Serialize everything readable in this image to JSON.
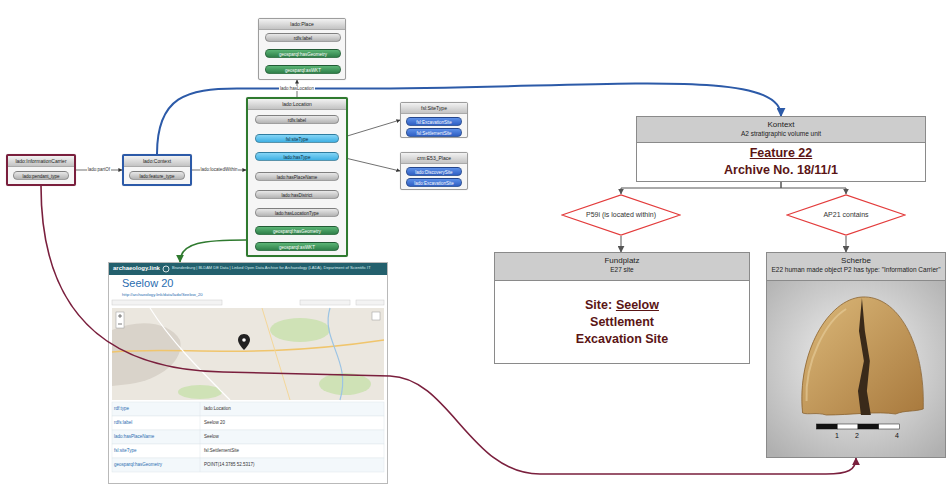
{
  "diagram": {
    "nodes": [
      {
        "text": [
          "lado:Place"
        ]
      },
      {
        "text": [
          "rdfs:label"
        ],
        "in": 0
      },
      {
        "text": [
          "geosparql:hasGeometry"
        ],
        "in": 0
      },
      {
        "text": [
          "geosparql:asWKT"
        ],
        "in": 0
      },
      {
        "text": [
          "lado:Location"
        ]
      },
      {
        "text": [
          "rdfs:label"
        ],
        "in": 4
      },
      {
        "text": [
          "fsl:siteType"
        ],
        "in": 4
      },
      {
        "text": [
          "lado:hasType"
        ],
        "in": 4
      },
      {
        "text": [
          "lado:hasPlaceName"
        ],
        "in": 4
      },
      {
        "text": [
          "lado:hasDistrict"
        ],
        "in": 4
      },
      {
        "text": [
          "lado:hasLocationType"
        ],
        "in": 4
      },
      {
        "text": [
          "geosparql:hasGeometry"
        ],
        "in": 4
      },
      {
        "text": [
          "geosparql:asWKT"
        ],
        "in": 4
      },
      {
        "text": [
          "fsl:SiteType"
        ]
      },
      {
        "text": [
          "fsl:ExcavationSite"
        ],
        "in": 13
      },
      {
        "text": [
          "fsl:SettlementSite"
        ],
        "in": 13
      },
      {
        "text": [
          "crm:E53_Place"
        ]
      },
      {
        "text": [
          "lado:DiscoverySite"
        ],
        "in": 16
      },
      {
        "text": [
          "lado:ExcavationSite"
        ],
        "in": 16
      },
      {
        "text": [
          "lado:InformationCarrier"
        ]
      },
      {
        "text": [
          "lado:pendant_type"
        ],
        "in": 19
      },
      {
        "text": [
          "lado:Context"
        ]
      },
      {
        "text": [
          "lado:feature_type"
        ],
        "in": 21
      },
      {
        "text": [
          "archaeology.link",
          "Brandenburg | BLDAM DE Data | Linked Open Data Archive for Archaeology (LADA), Department of Scientific IT",
          "Seelow 20",
          "http://archaeology.link/data/lado/Seelow_20"
        ]
      },
      {
        "text": [
          "Kontext",
          "A2 stratigraphic volume unit",
          "Feature 22",
          "Archive No. 18/11/1"
        ]
      },
      {
        "text": [
          "P59i (is located within)"
        ]
      },
      {
        "text": [
          "AP21 contains"
        ]
      },
      {
        "text": [
          "Fundplatz",
          "E27 site",
          "Site:",
          "Seelow",
          "Settlement",
          "Excavation Site"
        ]
      },
      {
        "text": [
          "Scherbe",
          "E22 human made object P2 has type: \"Information Carrier\""
        ]
      }
    ],
    "edges": [
      {
        "from": 19,
        "to": 21,
        "label": "lado:partOf",
        "arrow": "to"
      },
      {
        "from": 21,
        "to": 4,
        "label": "lado:locatedWithin",
        "arrow": "to"
      },
      {
        "from": 4,
        "to": 0,
        "label": "lado:hasLocation",
        "arrow": "to"
      },
      {
        "from": 6,
        "to": 13,
        "arrow": "to"
      },
      {
        "from": 7,
        "to": 16,
        "arrow": "to"
      },
      {
        "from": 21,
        "to": 24,
        "arrow": "to"
      },
      {
        "from": 4,
        "to": 23,
        "arrow": "to"
      },
      {
        "from": 19,
        "to": 28,
        "arrow": "to"
      },
      {
        "from": 24,
        "to": 25,
        "arrow": "to"
      },
      {
        "from": 24,
        "to": 26,
        "arrow": "to"
      },
      {
        "from": 25,
        "to": 27,
        "arrow": "to"
      },
      {
        "from": 26,
        "to": 28,
        "arrow": "to"
      }
    ],
    "labels": [
      "rdf:type",
      "lado:Location",
      "rdfs:label",
      "Seelow 20",
      "lado:hasPlaceName",
      "Seelow",
      "fsl:siteType",
      "fsl:SettlementSite",
      "geosparql:hasGeometry",
      "POINT(14.3785 52.5317)",
      "1",
      "2",
      "4"
    ]
  }
}
